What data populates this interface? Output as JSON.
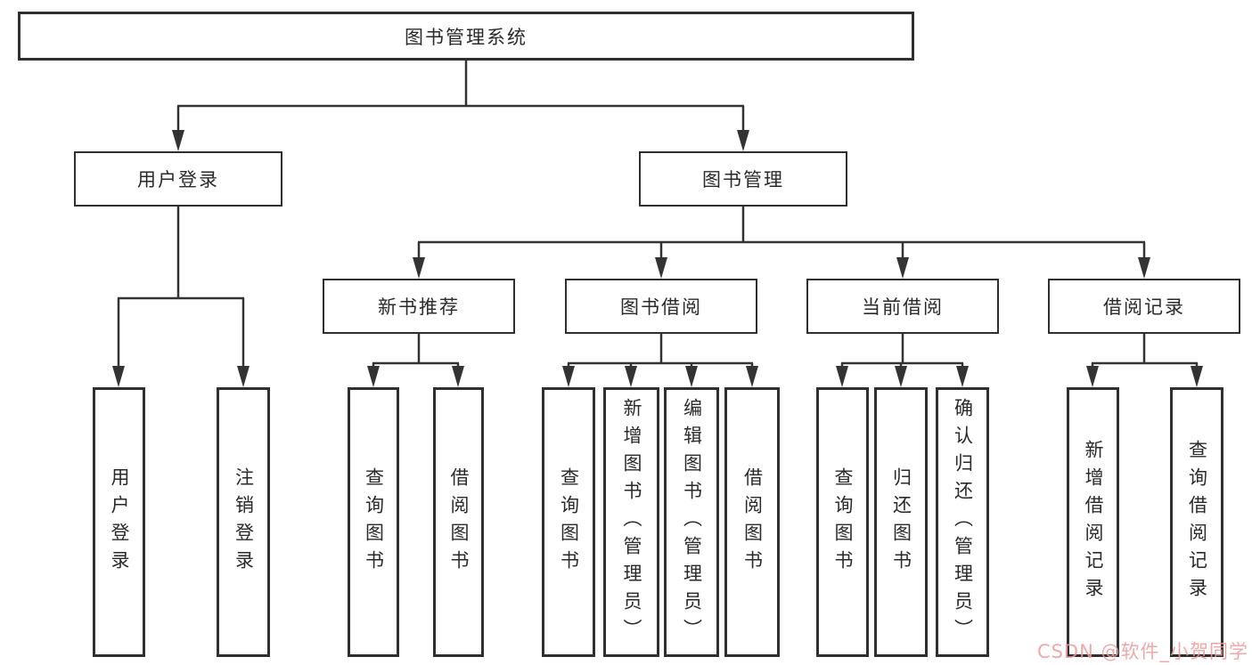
{
  "nodes": {
    "root": {
      "label": "图书管理系统"
    },
    "user_login": {
      "label": "用户登录"
    },
    "book_mgmt": {
      "label": "图书管理"
    },
    "new_book_rec": {
      "label": "新书推荐"
    },
    "book_borrow": {
      "label": "图书借阅"
    },
    "current_borrow": {
      "label": "当前借阅"
    },
    "borrow_record": {
      "label": "借阅记录"
    },
    "user_login_leaf": {
      "label": "用户登录"
    },
    "logout_leaf": {
      "label": "注销登录"
    },
    "rec_query_book": {
      "label": "查询图书"
    },
    "rec_borrow_book": {
      "label": "借阅图书"
    },
    "borrow_query_book": {
      "label": "查询图书"
    },
    "borrow_add_book": {
      "label": "新增图书（管理员）"
    },
    "borrow_edit_book": {
      "label": "编辑图书（管理员）"
    },
    "borrow_borrow_book": {
      "label": "借阅图书"
    },
    "current_query_book": {
      "label": "查询图书"
    },
    "current_return_book": {
      "label": "归还图书"
    },
    "current_confirm_return": {
      "label": "确认归还（管理员）"
    },
    "record_add_record": {
      "label": "新增借阅记录"
    },
    "record_query_record": {
      "label": "查询借阅记录"
    }
  },
  "watermark": {
    "text": "CSDN @软件_小贺同学"
  },
  "colors": {
    "line": "#333333",
    "box_border": "#2f2f2f",
    "box_background": "#ffffff",
    "text": "#2a2a2a",
    "watermark": "#f09b9b"
  }
}
